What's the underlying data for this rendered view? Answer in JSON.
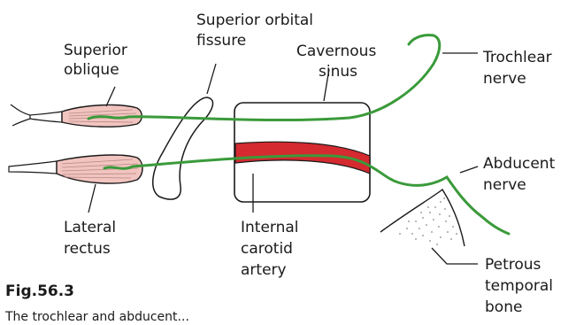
{
  "labels": {
    "superior_oblique_1": "Superior",
    "superior_oblique_2": "oblique",
    "superior_orbital_fissure_1": "Superior orbital",
    "superior_orbital_fissure_2": "fissure",
    "cavernous_sinus_1": "Cavernous",
    "cavernous_sinus_2": "sinus",
    "trochlear_nerve_1": "Trochlear",
    "trochlear_nerve_2": "nerve",
    "abducent_nerve_1": "Abducent",
    "abducent_nerve_2": "nerve",
    "lateral_rectus_1": "Lateral",
    "lateral_rectus_2": "rectus",
    "internal_carotid_artery_1": "Internal",
    "internal_carotid_artery_2": "carotid",
    "internal_carotid_artery_3": "artery",
    "petrous_temporal_bone_1": "Petrous",
    "petrous_temporal_bone_2": "temporal",
    "petrous_temporal_bone_3": "bone"
  },
  "figure": {
    "number": "Fig.56.3",
    "caption": "The trochlear and abducent..."
  },
  "colors": {
    "nerve": "#3a9a3a",
    "artery": "#d42a30",
    "muscle": "#f2c4c0",
    "outline": "#1a1a1a"
  }
}
